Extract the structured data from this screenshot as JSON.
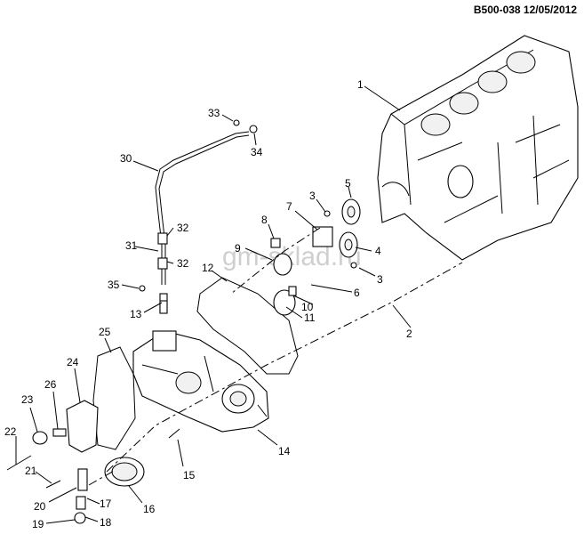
{
  "header": {
    "code": "B500-038 12/05/2012"
  },
  "watermark": "gm-sklad.ru",
  "callouts": [
    {
      "id": "1",
      "text": "1"
    },
    {
      "id": "2",
      "text": "2"
    },
    {
      "id": "3a",
      "text": "3"
    },
    {
      "id": "3b",
      "text": "3"
    },
    {
      "id": "4",
      "text": "4"
    },
    {
      "id": "5",
      "text": "5"
    },
    {
      "id": "6",
      "text": "6"
    },
    {
      "id": "7",
      "text": "7"
    },
    {
      "id": "8",
      "text": "8"
    },
    {
      "id": "9",
      "text": "9"
    },
    {
      "id": "10",
      "text": "10"
    },
    {
      "id": "11",
      "text": "11"
    },
    {
      "id": "12",
      "text": "12"
    },
    {
      "id": "13",
      "text": "13"
    },
    {
      "id": "14",
      "text": "14"
    },
    {
      "id": "15",
      "text": "15"
    },
    {
      "id": "16",
      "text": "16"
    },
    {
      "id": "17",
      "text": "17"
    },
    {
      "id": "18",
      "text": "18"
    },
    {
      "id": "19",
      "text": "19"
    },
    {
      "id": "20",
      "text": "20"
    },
    {
      "id": "21",
      "text": "21"
    },
    {
      "id": "22",
      "text": "22"
    },
    {
      "id": "23",
      "text": "23"
    },
    {
      "id": "24",
      "text": "24"
    },
    {
      "id": "25",
      "text": "25"
    },
    {
      "id": "26",
      "text": "26"
    },
    {
      "id": "30",
      "text": "30"
    },
    {
      "id": "31",
      "text": "31"
    },
    {
      "id": "32a",
      "text": "32"
    },
    {
      "id": "32b",
      "text": "32"
    },
    {
      "id": "33",
      "text": "33"
    },
    {
      "id": "34",
      "text": "34"
    },
    {
      "id": "35",
      "text": "35"
    }
  ]
}
